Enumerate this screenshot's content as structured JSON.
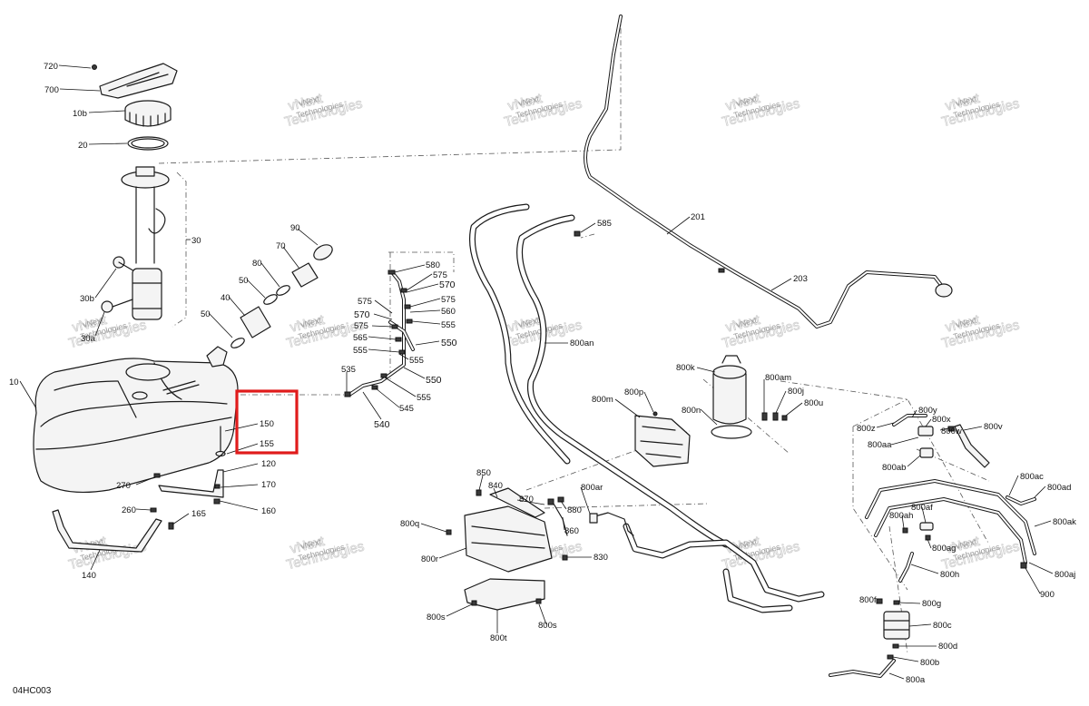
{
  "figure_code": "04HC003",
  "watermark": {
    "line1": "vNext",
    "line2": "Technologies"
  },
  "highlight_color": "#e01b1b",
  "callouts": [
    {
      "id": "720",
      "label": "720"
    },
    {
      "id": "700",
      "label": "700"
    },
    {
      "id": "10b",
      "label": "10b"
    },
    {
      "id": "20",
      "label": "20"
    },
    {
      "id": "30",
      "label": "30"
    },
    {
      "id": "30b",
      "label": "30b"
    },
    {
      "id": "30a",
      "label": "30a"
    },
    {
      "id": "10",
      "label": "10"
    },
    {
      "id": "90",
      "label": "90"
    },
    {
      "id": "70",
      "label": "70"
    },
    {
      "id": "80",
      "label": "80"
    },
    {
      "id": "50-top",
      "label": "50"
    },
    {
      "id": "40",
      "label": "40"
    },
    {
      "id": "50-bot",
      "label": "50"
    },
    {
      "id": "150",
      "label": "150"
    },
    {
      "id": "155",
      "label": "155"
    },
    {
      "id": "120",
      "label": "120"
    },
    {
      "id": "270",
      "label": "270"
    },
    {
      "id": "170",
      "label": "170"
    },
    {
      "id": "260",
      "label": "260"
    },
    {
      "id": "165",
      "label": "165"
    },
    {
      "id": "160",
      "label": "160"
    },
    {
      "id": "140",
      "label": "140"
    },
    {
      "id": "580",
      "label": "580"
    },
    {
      "id": "575-a",
      "label": "575"
    },
    {
      "id": "570-a",
      "label": "570"
    },
    {
      "id": "575-b",
      "label": "575"
    },
    {
      "id": "575-c",
      "label": "575"
    },
    {
      "id": "560",
      "label": "560"
    },
    {
      "id": "570-b",
      "label": "570"
    },
    {
      "id": "555-a",
      "label": "555"
    },
    {
      "id": "575-d",
      "label": "575"
    },
    {
      "id": "565",
      "label": "565"
    },
    {
      "id": "550-a",
      "label": "550"
    },
    {
      "id": "555-b",
      "label": "555"
    },
    {
      "id": "555-c",
      "label": "555"
    },
    {
      "id": "535",
      "label": "535"
    },
    {
      "id": "550-b",
      "label": "550"
    },
    {
      "id": "555-d",
      "label": "555"
    },
    {
      "id": "545",
      "label": "545"
    },
    {
      "id": "540",
      "label": "540"
    },
    {
      "id": "585",
      "label": "585"
    },
    {
      "id": "201",
      "label": "201"
    },
    {
      "id": "203",
      "label": "203"
    },
    {
      "id": "800an",
      "label": "800an"
    },
    {
      "id": "800k",
      "label": "800k"
    },
    {
      "id": "800am",
      "label": "800am"
    },
    {
      "id": "800j",
      "label": "800j"
    },
    {
      "id": "800u",
      "label": "800u"
    },
    {
      "id": "800n",
      "label": "800n"
    },
    {
      "id": "800m",
      "label": "800m"
    },
    {
      "id": "800p",
      "label": "800p"
    },
    {
      "id": "800y",
      "label": "800y"
    },
    {
      "id": "800z",
      "label": "800z"
    },
    {
      "id": "800x",
      "label": "800x"
    },
    {
      "id": "800w",
      "label": "800w"
    },
    {
      "id": "800v",
      "label": "800v"
    },
    {
      "id": "800aa",
      "label": "800aa"
    },
    {
      "id": "800ab",
      "label": "800ab"
    },
    {
      "id": "800ac",
      "label": "800ac"
    },
    {
      "id": "800ad",
      "label": "800ad"
    },
    {
      "id": "800af",
      "label": "800af"
    },
    {
      "id": "800ah",
      "label": "800ah"
    },
    {
      "id": "800ak",
      "label": "800ak"
    },
    {
      "id": "800ag",
      "label": "800ag"
    },
    {
      "id": "800aj",
      "label": "800aj"
    },
    {
      "id": "800h",
      "label": "800h"
    },
    {
      "id": "900",
      "label": "900"
    },
    {
      "id": "800f",
      "label": "800f"
    },
    {
      "id": "800g",
      "label": "800g"
    },
    {
      "id": "800c",
      "label": "800c"
    },
    {
      "id": "800d",
      "label": "800d"
    },
    {
      "id": "800b",
      "label": "800b"
    },
    {
      "id": "800a",
      "label": "800a"
    },
    {
      "id": "850",
      "label": "850"
    },
    {
      "id": "840",
      "label": "840"
    },
    {
      "id": "870",
      "label": "870"
    },
    {
      "id": "800ar",
      "label": "800ar"
    },
    {
      "id": "800q",
      "label": "800q"
    },
    {
      "id": "860",
      "label": "860"
    },
    {
      "id": "880",
      "label": "880"
    },
    {
      "id": "800r",
      "label": "800r"
    },
    {
      "id": "830",
      "label": "830"
    },
    {
      "id": "800s-a",
      "label": "800s"
    },
    {
      "id": "800t",
      "label": "800t"
    },
    {
      "id": "800s-b",
      "label": "800s"
    }
  ]
}
